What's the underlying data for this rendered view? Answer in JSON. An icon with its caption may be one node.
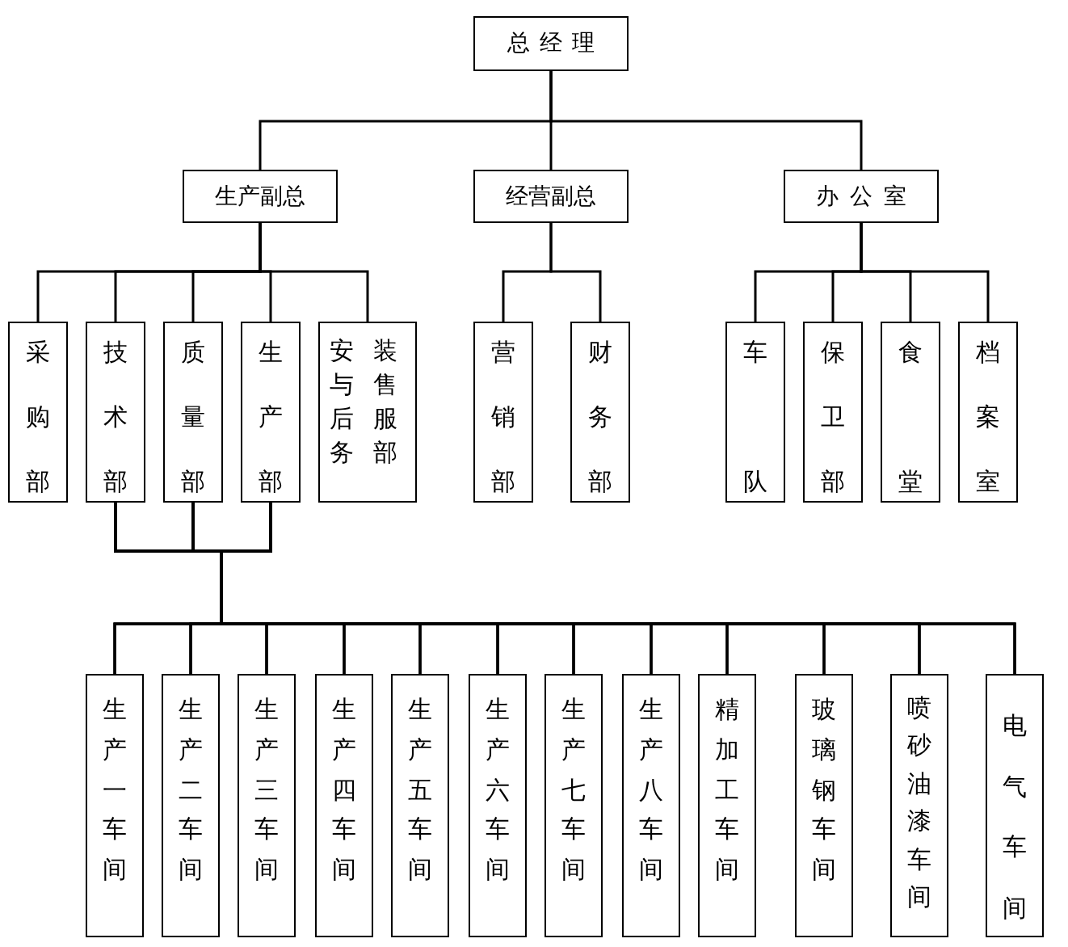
{
  "diagram": {
    "nodes": [
      {
        "text": [
          "总经理"
        ]
      },
      {
        "text": [
          "生产副总"
        ]
      },
      {
        "text": [
          "经营副总"
        ]
      },
      {
        "text": [
          "办公室"
        ]
      },
      {
        "text": [
          "采购部"
        ]
      },
      {
        "text": [
          "技术部"
        ]
      },
      {
        "text": [
          "质量部"
        ]
      },
      {
        "text": [
          "生产部"
        ]
      },
      {
        "text": [
          "安装与售后服务部"
        ]
      },
      {
        "text": [
          "营销部"
        ]
      },
      {
        "text": [
          "财务部"
        ]
      },
      {
        "text": [
          "车队"
        ]
      },
      {
        "text": [
          "保卫部"
        ]
      },
      {
        "text": [
          "食堂"
        ]
      },
      {
        "text": [
          "档案室"
        ]
      },
      {
        "text": [
          "生产一车间"
        ]
      },
      {
        "text": [
          "生产二车间"
        ]
      },
      {
        "text": [
          "生产三车间"
        ]
      },
      {
        "text": [
          "生产四车间"
        ]
      },
      {
        "text": [
          "生产五车间"
        ]
      },
      {
        "text": [
          "生产六车间"
        ]
      },
      {
        "text": [
          "生产七车间"
        ]
      },
      {
        "text": [
          "生产八车间"
        ]
      },
      {
        "text": [
          "精加工车间"
        ]
      },
      {
        "text": [
          "玻璃钢车间"
        ]
      },
      {
        "text": [
          "喷砂油漆车间"
        ]
      },
      {
        "text": [
          "电气车间"
        ]
      }
    ],
    "edges": [
      {
        "from": 0,
        "to": 1,
        "arrow": "none"
      },
      {
        "from": 0,
        "to": 2,
        "arrow": "none"
      },
      {
        "from": 0,
        "to": 3,
        "arrow": "none"
      },
      {
        "from": 1,
        "to": 4,
        "arrow": "none"
      },
      {
        "from": 1,
        "to": 5,
        "arrow": "none"
      },
      {
        "from": 1,
        "to": 6,
        "arrow": "none"
      },
      {
        "from": 1,
        "to": 7,
        "arrow": "none"
      },
      {
        "from": 1,
        "to": 8,
        "arrow": "none"
      },
      {
        "from": 2,
        "to": 9,
        "arrow": "none"
      },
      {
        "from": 2,
        "to": 10,
        "arrow": "none"
      },
      {
        "from": 3,
        "to": 11,
        "arrow": "none"
      },
      {
        "from": 3,
        "to": 12,
        "arrow": "none"
      },
      {
        "from": 3,
        "to": 13,
        "arrow": "none"
      },
      {
        "from": 3,
        "to": 14,
        "arrow": "none"
      },
      {
        "from": 5,
        "to": 15,
        "arrow": "none"
      },
      {
        "from": 5,
        "to": 16,
        "arrow": "none"
      },
      {
        "from": 5,
        "to": 17,
        "arrow": "none"
      },
      {
        "from": 5,
        "to": 18,
        "arrow": "none"
      },
      {
        "from": 5,
        "to": 19,
        "arrow": "none"
      },
      {
        "from": 5,
        "to": 20,
        "arrow": "none"
      },
      {
        "from": 5,
        "to": 21,
        "arrow": "none"
      },
      {
        "from": 5,
        "to": 22,
        "arrow": "none"
      },
      {
        "from": 5,
        "to": 23,
        "arrow": "none"
      },
      {
        "from": 5,
        "to": 24,
        "arrow": "none"
      },
      {
        "from": 5,
        "to": 25,
        "arrow": "none"
      },
      {
        "from": 5,
        "to": 26,
        "arrow": "none"
      },
      {
        "from": 6,
        "to": 15,
        "arrow": "none"
      },
      {
        "from": 6,
        "to": 16,
        "arrow": "none"
      },
      {
        "from": 6,
        "to": 17,
        "arrow": "none"
      },
      {
        "from": 6,
        "to": 18,
        "arrow": "none"
      },
      {
        "from": 6,
        "to": 19,
        "arrow": "none"
      },
      {
        "from": 6,
        "to": 20,
        "arrow": "none"
      },
      {
        "from": 6,
        "to": 21,
        "arrow": "none"
      },
      {
        "from": 6,
        "to": 22,
        "arrow": "none"
      },
      {
        "from": 6,
        "to": 23,
        "arrow": "none"
      },
      {
        "from": 6,
        "to": 24,
        "arrow": "none"
      },
      {
        "from": 6,
        "to": 25,
        "arrow": "none"
      },
      {
        "from": 6,
        "to": 26,
        "arrow": "none"
      },
      {
        "from": 7,
        "to": 15,
        "arrow": "none"
      },
      {
        "from": 7,
        "to": 16,
        "arrow": "none"
      },
      {
        "from": 7,
        "to": 17,
        "arrow": "none"
      },
      {
        "from": 7,
        "to": 18,
        "arrow": "none"
      },
      {
        "from": 7,
        "to": 19,
        "arrow": "none"
      },
      {
        "from": 7,
        "to": 20,
        "arrow": "none"
      },
      {
        "from": 7,
        "to": 21,
        "arrow": "none"
      },
      {
        "from": 7,
        "to": 22,
        "arrow": "none"
      },
      {
        "from": 7,
        "to": 23,
        "arrow": "none"
      },
      {
        "from": 7,
        "to": 24,
        "arrow": "none"
      },
      {
        "from": 7,
        "to": 25,
        "arrow": "none"
      },
      {
        "from": 7,
        "to": 26,
        "arrow": "none"
      }
    ]
  }
}
